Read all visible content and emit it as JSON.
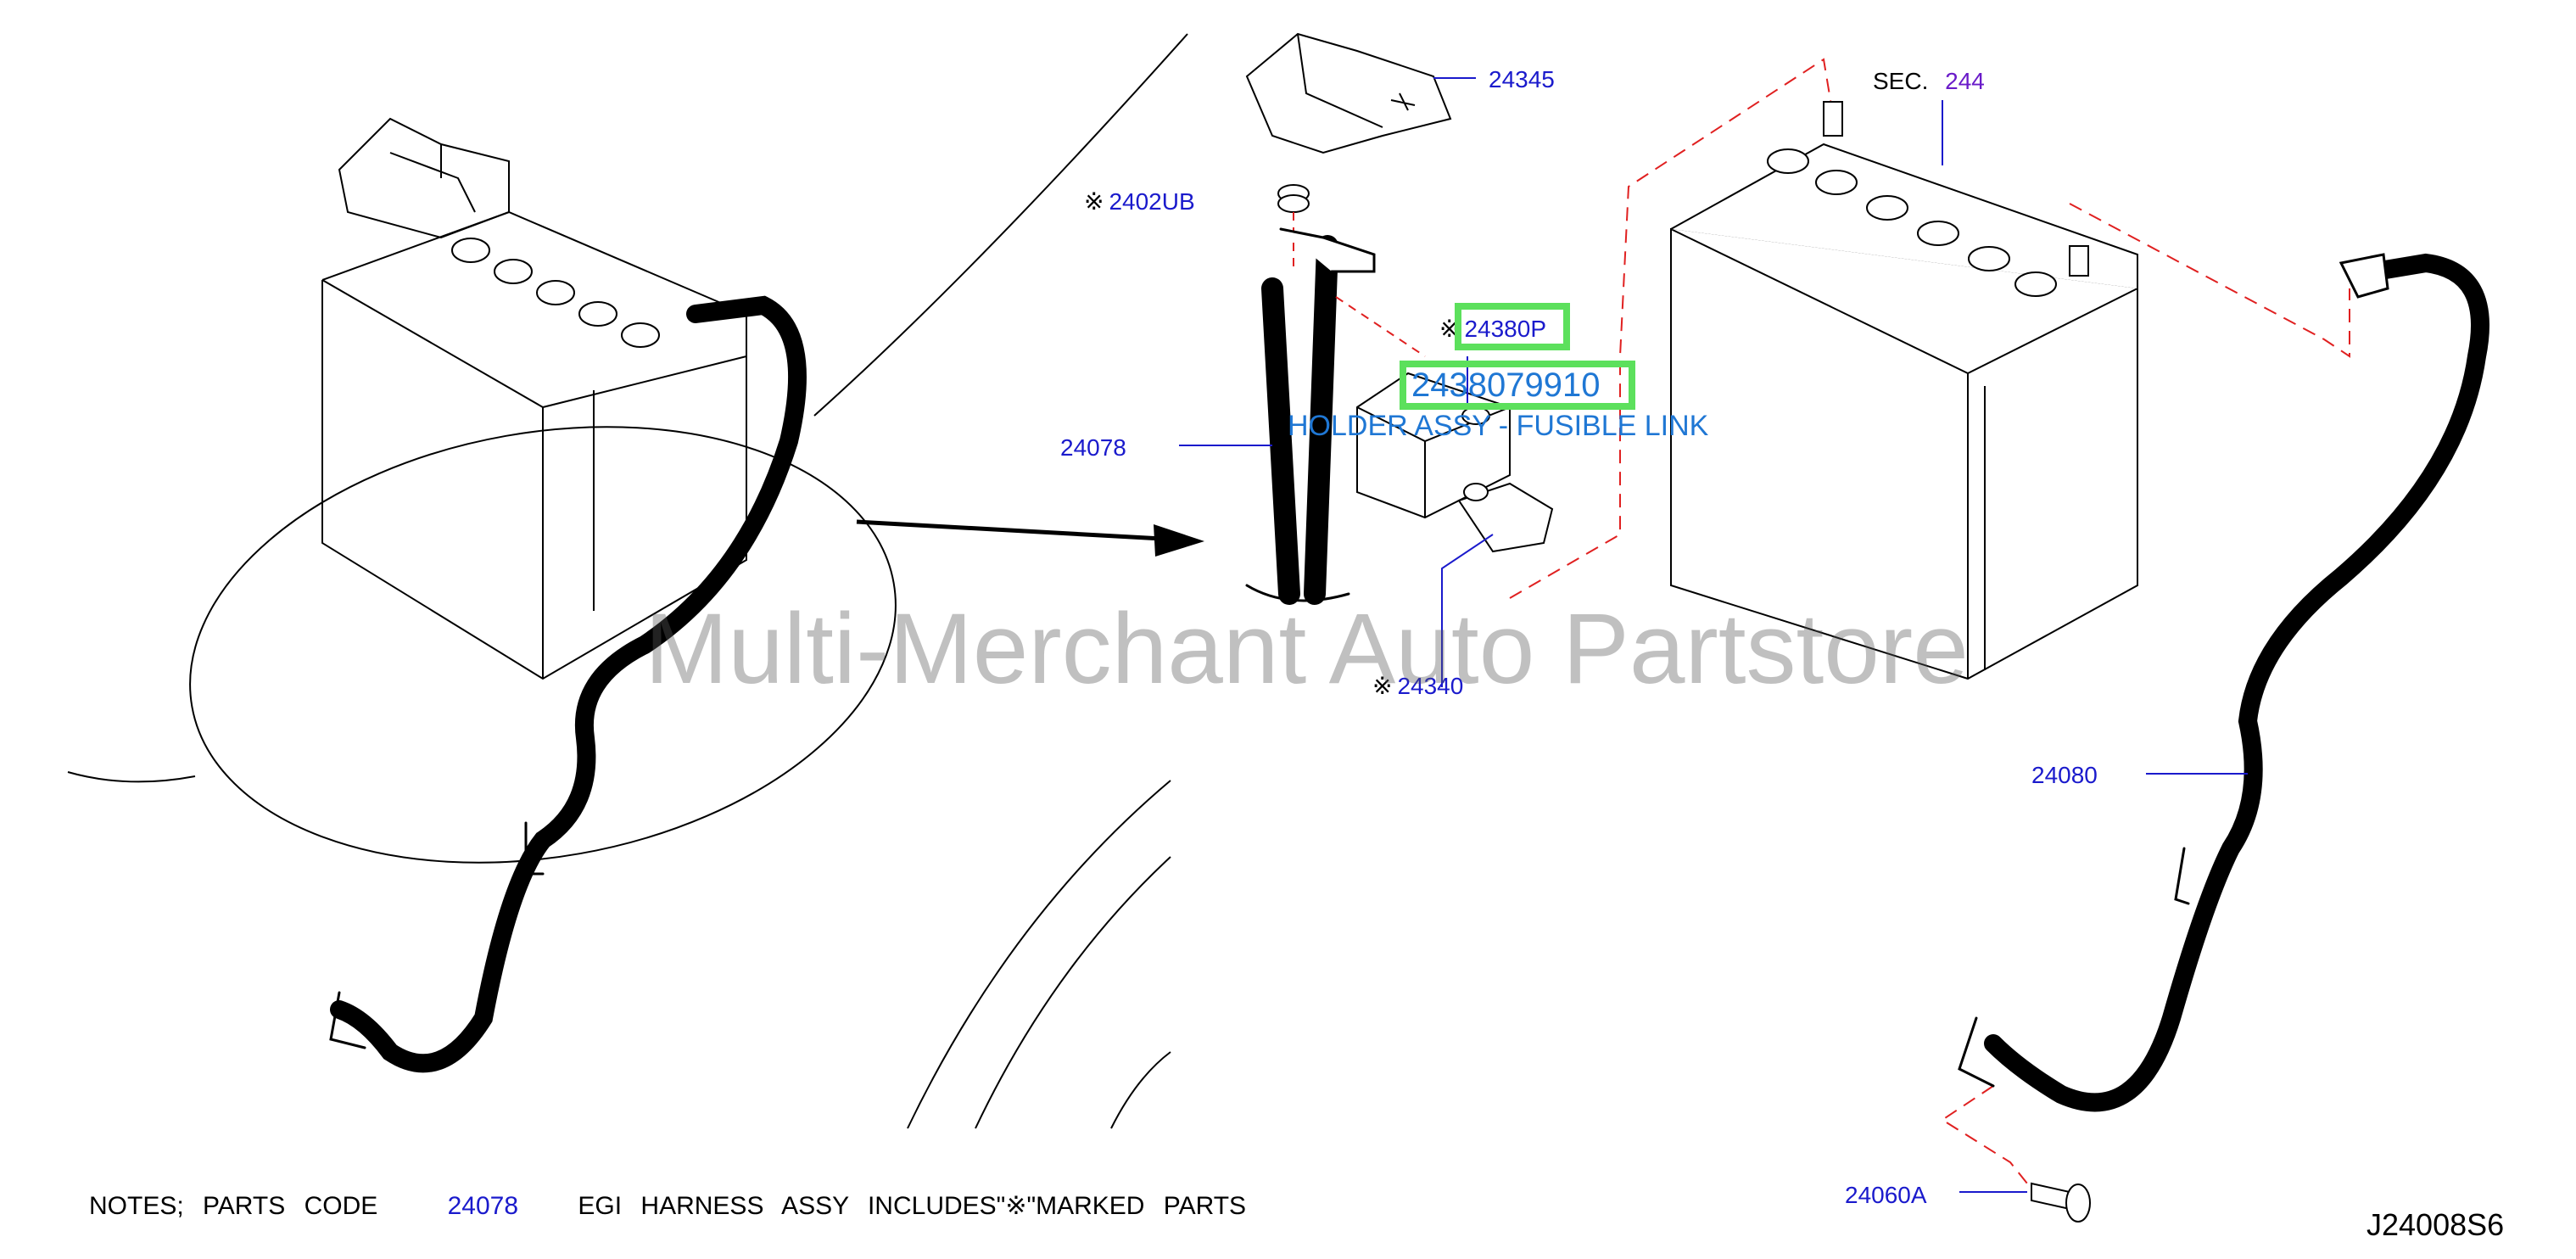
{
  "labels": {
    "p24345": "24345",
    "p2402UB": "2402UB",
    "p24380P": "24380P",
    "p24078": "24078",
    "p24340": "24340",
    "sec_prefix": "SEC.",
    "sec_number": "244",
    "p24080": "24080",
    "p24060A": "24060A",
    "star": "※"
  },
  "highlight": {
    "part_number": "2438079910",
    "description": "HOLDER ASSY - FUSIBLE LINK"
  },
  "notes": {
    "prefix": "NOTES; PARTS CODE",
    "code": "24078",
    "suffix": "EGI HARNESS ASSY INCLUDES\"※\"MARKED PARTS"
  },
  "diagram_code": "J24008S6",
  "watermark": "Multi-Merchant Auto Partstore",
  "colors": {
    "label_blue": "#1a1acc",
    "highlight_green": "#5ce05c",
    "highlight_text": "#1f77d4",
    "dashed_red": "#e02020",
    "sec_purple": "#6a1bc9"
  }
}
